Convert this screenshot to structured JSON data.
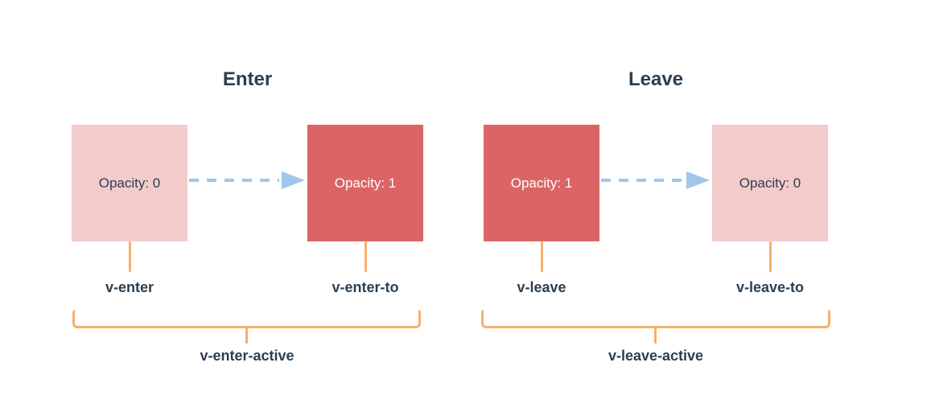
{
  "colors": {
    "background": "#ffffff",
    "text": "#2c3e50",
    "box_faded": "#f3cbcb",
    "box_solid": "#db6565",
    "connector": "#f6b06c",
    "arrow": "#a2c6e9",
    "text_on_solid": "#ffffff"
  },
  "sections": [
    {
      "title": "Enter",
      "from_box": {
        "label": "Opacity: 0"
      },
      "to_box": {
        "label": "Opacity: 1"
      },
      "from_class": "v-enter",
      "to_class": "v-enter-to",
      "active_class": "v-enter-active"
    },
    {
      "title": "Leave",
      "from_box": {
        "label": "Opacity: 1"
      },
      "to_box": {
        "label": "Opacity: 0"
      },
      "from_class": "v-leave",
      "to_class": "v-leave-to",
      "active_class": "v-leave-active"
    }
  ]
}
